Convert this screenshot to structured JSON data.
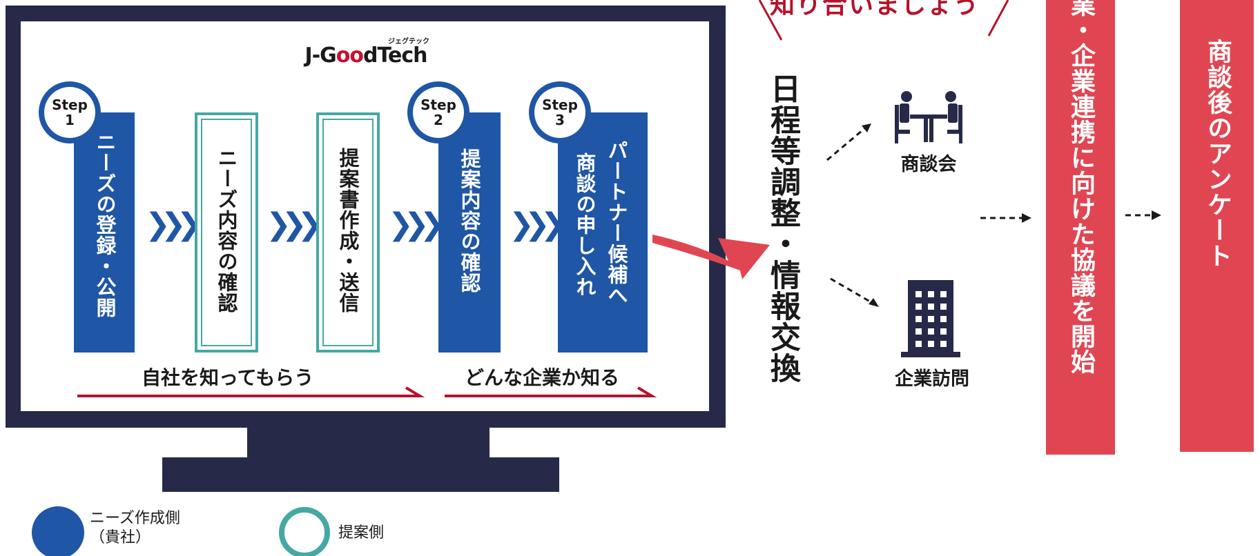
{
  "logo": {
    "ruby": "ジェグテック",
    "name_pre": "J-G",
    "name_oo": "oo",
    "name_post": "dTech"
  },
  "steps": {
    "step1": {
      "word": "Step",
      "num": "1",
      "text": "ニーズの登録・公開"
    },
    "review_needs": {
      "text": "ニーズ内容の確認"
    },
    "proposal": {
      "text": "提案書作成・送信"
    },
    "step2": {
      "word": "Step",
      "num": "2",
      "text": "提案内容の確認"
    },
    "step3": {
      "word": "Step",
      "num": "3",
      "text_col1": "パートナー候補へ",
      "text_col2": "商談の申し入れ"
    }
  },
  "arrows": {
    "chevron": "❯❯❯"
  },
  "captions": {
    "left": "自社を知ってもらう",
    "right": "どんな企業か知る"
  },
  "schedule": {
    "text": "日程等調整・情報交換"
  },
  "headline": {
    "text": "知り合いましょう"
  },
  "meeting": {
    "label": "商談会"
  },
  "visit": {
    "label": "企業訪問"
  },
  "collab": {
    "text": "業・企業連携に向けた協議を開始"
  },
  "survey": {
    "text": "商談後のアンケート"
  },
  "legend": {
    "needs_side": "ニーズ作成側",
    "needs_side_sub": "（貴社）",
    "proposal_side": "提案側"
  },
  "colors": {
    "navy": "#262a48",
    "blue": "#1f56a5",
    "teal": "#45a8a3",
    "red": "#e04652",
    "dark_red": "#b5122b"
  }
}
